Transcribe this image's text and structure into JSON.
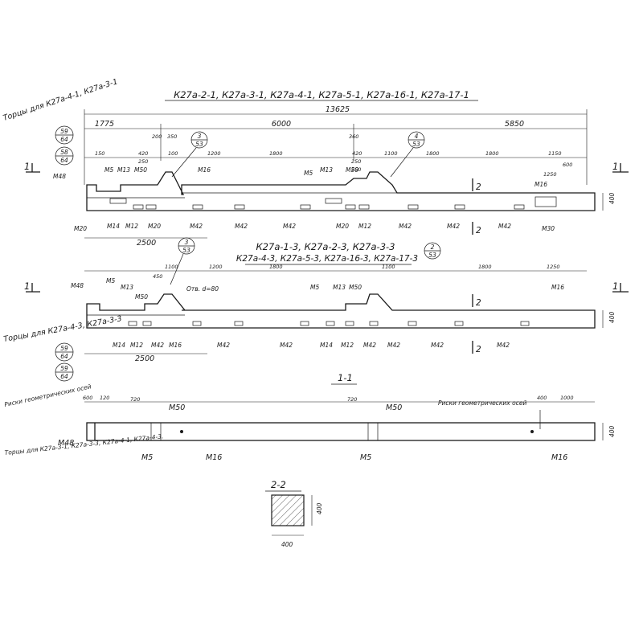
{
  "beam1": {
    "title": "К27а-2-1, К27а-3-1, К27а-4-1, К27а-5-1, К27а-16-1, К27а-17-1",
    "total": "13625",
    "spans": [
      "1775",
      "6000",
      "5850"
    ],
    "left_note": "Торцы для К27а-4-1, К27а-3-1",
    "circles": [
      [
        "59",
        "64"
      ],
      [
        "58",
        "64"
      ]
    ],
    "detail_refs": [
      [
        "3",
        "53"
      ],
      [
        "4",
        "53"
      ]
    ],
    "dims_top": [
      "150",
      "420",
      "200",
      "350",
      "250",
      "100",
      "1200",
      "1800",
      "420",
      "360",
      "250",
      "250",
      "1100",
      "1800",
      "1800",
      "1150",
      "600",
      "1250"
    ],
    "embeds_top": [
      "М5",
      "М13",
      "М50",
      "М48",
      "М16",
      "М5",
      "М13",
      "М50",
      "М16"
    ],
    "embeds_bottom": [
      "М20",
      "М14",
      "М12",
      "М20",
      "М42",
      "М42",
      "М42",
      "М20",
      "М12",
      "М42",
      "М42",
      "М42",
      "М30"
    ],
    "height": "400",
    "bottom_dim": "2500",
    "section_mark": "1",
    "section2": "2"
  },
  "beam2": {
    "title": "К27а-1-3, К27а-2-3, К27а-3-3",
    "title2": "К27а-4-3, К27а-5-3, К27а-16-3, К27а-17-3",
    "detail_ref": [
      "2",
      "53"
    ],
    "hole_note": "Отв. d=80",
    "dims_top": [
      "450",
      "1100",
      "1200",
      "1800",
      "1100",
      "1800",
      "1250"
    ],
    "embeds_top": [
      "М48",
      "М5",
      "М13",
      "М50",
      "М5",
      "М13",
      "М50",
      "М16"
    ],
    "embeds_bottom": [
      "М14",
      "М12",
      "М42",
      "М16",
      "М42",
      "М42",
      "М14",
      "М12",
      "М42",
      "М42",
      "М42",
      "М42"
    ],
    "left_note": "Торцы для К27а-4-3, К27а-3-3",
    "circles": [
      [
        "59",
        "64"
      ],
      [
        "59",
        "64"
      ]
    ],
    "bottom_dim": "2500",
    "height": "400"
  },
  "section_1_1": {
    "title": "1-1",
    "note_left": "Риски геометрических осей",
    "note_right": "Риски геометрических осей",
    "note_bottom": "Торцы для К27а-3-1, К27а-3-3, К27а-4-1, К27а-4-3.",
    "labels": [
      "М48",
      "М5",
      "М50",
      "М16",
      "М5",
      "М50",
      "М16"
    ],
    "dims": [
      "600",
      "120",
      "720",
      "720",
      "400",
      "1000",
      "400"
    ]
  },
  "section_2_2": {
    "title": "2-2",
    "width": "400",
    "height": "400"
  }
}
